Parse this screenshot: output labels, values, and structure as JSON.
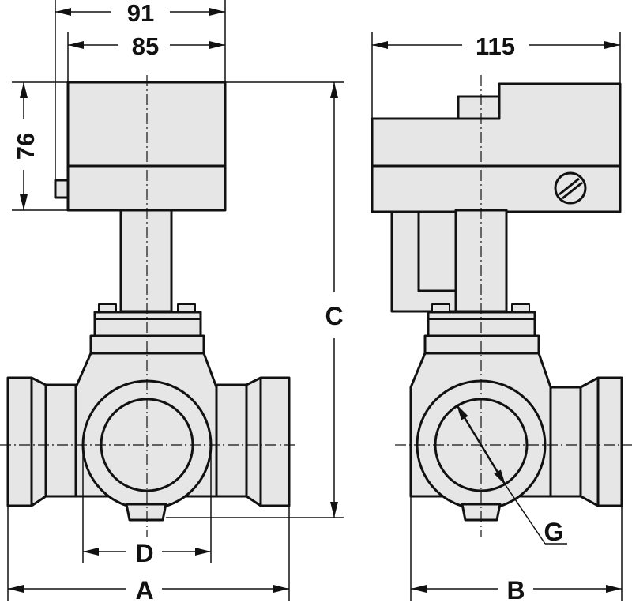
{
  "dimensions": {
    "width_91": "91",
    "width_85": "85",
    "height_76": "76",
    "width_115": "115"
  },
  "labels": {
    "A": "A",
    "B": "B",
    "C": "C",
    "D": "D",
    "G": "G"
  },
  "colors": {
    "fill": "#e6e6e6",
    "line": "#111111",
    "background": "#ffffff"
  }
}
